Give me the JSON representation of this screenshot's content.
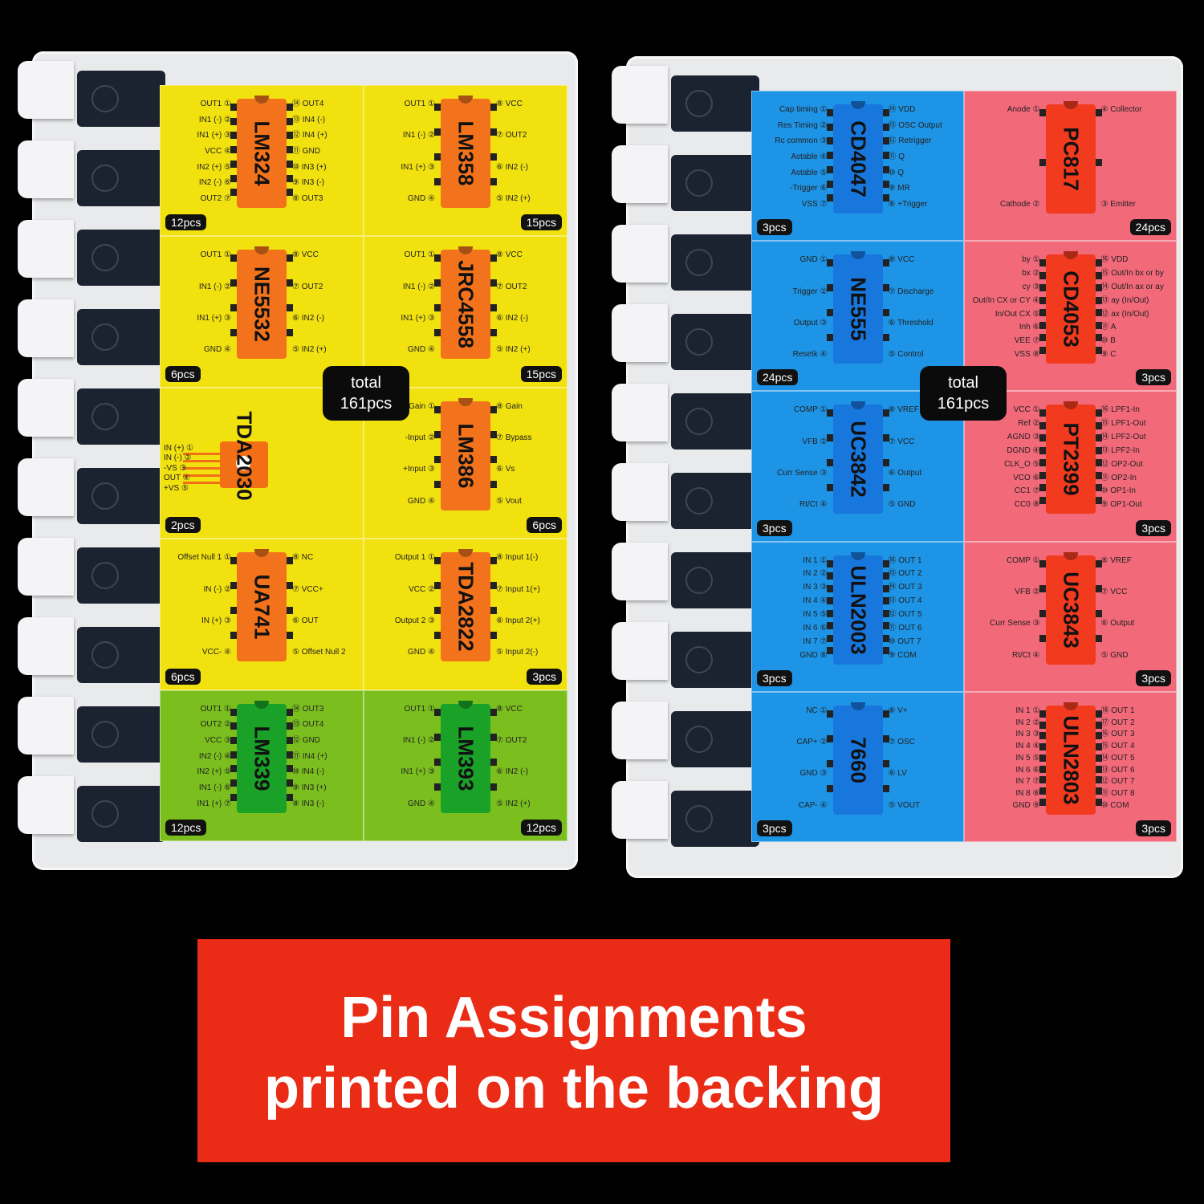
{
  "colors": {
    "yellow": "#f1e10f",
    "green": "#7bbf1e",
    "blue": "#1e94e6",
    "pink": "#f2697a",
    "orange_chip": "#f2731c",
    "green_chip": "#1aa127",
    "blue_chip": "#1877dd",
    "red_chip": "#f23a1e",
    "banner": "#ea2b16"
  },
  "totals": {
    "left": [
      "total",
      "161pcs"
    ],
    "right": [
      "total",
      "161pcs"
    ]
  },
  "banner": {
    "line1": "Pin Assignments",
    "line2": "printed on the backing"
  },
  "left_cells": [
    {
      "name": "LM324",
      "qty": "12pcs",
      "color": "yellow",
      "chip": "orange_chip",
      "qtyside": "l",
      "left": [
        "OUT1 ①",
        "IN1 (-) ②",
        "IN1 (+) ③",
        "VCC ④",
        "IN2 (+) ⑤",
        "IN2 (-) ⑥",
        "OUT2 ⑦"
      ],
      "right": [
        "⑭ OUT4",
        "⑬ IN4 (-)",
        "⑫ IN4 (+)",
        "⑪ GND",
        "⑩ IN3 (+)",
        "⑨ IN3 (-)",
        "⑧ OUT3"
      ]
    },
    {
      "name": "LM358",
      "qty": "15pcs",
      "color": "yellow",
      "chip": "orange_chip",
      "qtyside": "r",
      "left": [
        "OUT1 ①",
        "IN1 (-) ②",
        "IN1 (+) ③",
        "GND ④"
      ],
      "right": [
        "⑧ VCC",
        "⑦ OUT2",
        "⑥ IN2 (-)",
        "⑤ IN2 (+)"
      ]
    },
    {
      "name": "NE5532",
      "qty": "6pcs",
      "color": "yellow",
      "chip": "orange_chip",
      "qtyside": "l",
      "left": [
        "OUT1 ①",
        "IN1 (-) ②",
        "IN1 (+) ③",
        "GND ④"
      ],
      "right": [
        "⑧ VCC",
        "⑦ OUT2",
        "⑥ IN2 (-)",
        "⑤ IN2 (+)"
      ]
    },
    {
      "name": "JRC4558",
      "qty": "15pcs",
      "color": "yellow",
      "chip": "orange_chip",
      "qtyside": "r",
      "left": [
        "OUT1 ①",
        "IN1 (-) ②",
        "IN1 (+) ③",
        "GND ④"
      ],
      "right": [
        "⑧ VCC",
        "⑦ OUT2",
        "⑥ IN2 (-)",
        "⑤ IN2 (+)"
      ]
    },
    {
      "name": "TDA2030",
      "qty": "2pcs",
      "color": "yellow",
      "chip": "none",
      "qtyside": "l",
      "tda": true,
      "left": [
        "IN (+) ①",
        "IN (-) ②",
        "-VS ③",
        "OUT ④",
        "+VS ⑤"
      ],
      "right": []
    },
    {
      "name": "LM386",
      "qty": "6pcs",
      "color": "yellow",
      "chip": "orange_chip",
      "qtyside": "r",
      "left": [
        "Gain ①",
        "-Input ②",
        "+Input ③",
        "GND ④"
      ],
      "right": [
        "⑧ Gain",
        "⑦ Bypass",
        "⑥ Vs",
        "⑤ Vout"
      ]
    },
    {
      "name": "UA741",
      "qty": "6pcs",
      "color": "yellow",
      "chip": "orange_chip",
      "qtyside": "l",
      "left": [
        "Offset Null 1 ①",
        "IN (-) ②",
        "IN (+) ③",
        "VCC- ④"
      ],
      "right": [
        "⑧ NC",
        "⑦ VCC+",
        "⑥ OUT",
        "⑤ Offset Null 2"
      ]
    },
    {
      "name": "TDA2822",
      "qty": "3pcs",
      "color": "yellow",
      "chip": "orange_chip",
      "qtyside": "r",
      "left": [
        "Output 1 ①",
        "VCC ②",
        "Output 2 ③",
        "GND ④"
      ],
      "right": [
        "⑧ Input 1(-)",
        "⑦ Input 1(+)",
        "⑥ Input 2(+)",
        "⑤ Input 2(-)"
      ]
    },
    {
      "name": "LM339",
      "qty": "12pcs",
      "color": "green",
      "chip": "green_chip",
      "qtyside": "l",
      "left": [
        "OUT1 ①",
        "OUT2 ②",
        "VCC ③",
        "IN2 (-) ④",
        "IN2 (+) ⑤",
        "IN1 (-) ⑥",
        "IN1 (+) ⑦"
      ],
      "right": [
        "⑭ OUT3",
        "⑬ OUT4",
        "⑫ GND",
        "⑪ IN4 (+)",
        "⑩ IN4 (-)",
        "⑨ IN3 (+)",
        "⑧ IN3 (-)"
      ]
    },
    {
      "name": "LM393",
      "qty": "12pcs",
      "color": "green",
      "chip": "green_chip",
      "qtyside": "r",
      "left": [
        "OUT1 ①",
        "IN1 (-) ②",
        "IN1 (+) ③",
        "GND ④"
      ],
      "right": [
        "⑧ VCC",
        "⑦ OUT2",
        "⑥ IN2 (-)",
        "⑤ IN2 (+)"
      ]
    }
  ],
  "right_cells": [
    {
      "name": "CD4047",
      "qty": "3pcs",
      "color": "blue",
      "chip": "blue_chip",
      "qtyside": "l",
      "left": [
        "Cap timing ①",
        "Res Timing ②",
        "Rc common ③",
        "Astable ④",
        "Astable ⑤",
        "-Trigger ⑥",
        "VSS ⑦"
      ],
      "right": [
        "⑭ VDD",
        "⑬ OSC Output",
        "⑫ Retrigger",
        "⑪ Q",
        "⑩ Q",
        "⑨ MR",
        "⑧ +Trigger"
      ]
    },
    {
      "name": "PC817",
      "qty": "24pcs",
      "color": "pink",
      "chip": "red_chip",
      "qtyside": "r",
      "left": [
        "Anode ①",
        "Cathode ②"
      ],
      "right": [
        "④ Collector",
        "③ Emitter"
      ]
    },
    {
      "name": "NE555",
      "qty": "24pcs",
      "color": "blue",
      "chip": "blue_chip",
      "qtyside": "l",
      "left": [
        "GND ①",
        "Trigger ②",
        "Output ③",
        "Resetk ④"
      ],
      "right": [
        "⑧ VCC",
        "⑦ Discharge",
        "⑥ Threshold",
        "⑤ Control"
      ]
    },
    {
      "name": "CD4053",
      "qty": "3pcs",
      "color": "pink",
      "chip": "red_chip",
      "qtyside": "r",
      "left": [
        "by ①",
        "bx ②",
        "cy ③",
        "Out/In CX or CY ④",
        "In/Out CX ⑤",
        "Inh ⑥",
        "VEE ⑦",
        "VSS ⑧"
      ],
      "right": [
        "⑯ VDD",
        "⑮ Out/In bx or by",
        "⑭ Out/In ax or ay",
        "⑬ ay (In/Out)",
        "⑫ ax (In/Out)",
        "⑪ A",
        "⑩ B",
        "⑨ C"
      ]
    },
    {
      "name": "UC3842",
      "qty": "3pcs",
      "color": "blue",
      "chip": "blue_chip",
      "qtyside": "l",
      "left": [
        "COMP ①",
        "VFB ②",
        "Curr Sense ③",
        "Rt/Ct ④"
      ],
      "right": [
        "⑧ VREF",
        "⑦ VCC",
        "⑥ Output",
        "⑤ GND"
      ]
    },
    {
      "name": "PT2399",
      "qty": "3pcs",
      "color": "pink",
      "chip": "red_chip",
      "qtyside": "r",
      "left": [
        "VCC ①",
        "Ref ②",
        "AGND ③",
        "DGND ④",
        "CLK_O ⑤",
        "VCO ⑥",
        "CC1 ⑦",
        "CC0 ⑧"
      ],
      "right": [
        "⑯ LPF1-In",
        "⑮ LPF1-Out",
        "⑭ LPF2-Out",
        "⑬ LPF2-In",
        "⑫ OP2-Out",
        "⑪ OP2-In",
        "⑩ OP1-In",
        "⑨ OP1-Out"
      ]
    },
    {
      "name": "ULN2003",
      "qty": "3pcs",
      "color": "blue",
      "chip": "blue_chip",
      "qtyside": "l",
      "left": [
        "IN 1 ①",
        "IN 2 ②",
        "IN 3 ③",
        "IN 4 ④",
        "IN 5 ⑤",
        "IN 6 ⑥",
        "IN 7 ⑦",
        "GND ⑧"
      ],
      "right": [
        "⑯ OUT 1",
        "⑮ OUT 2",
        "⑭ OUT 3",
        "⑬ OUT 4",
        "⑫ OUT 5",
        "⑪ OUT 6",
        "⑩ OUT 7",
        "⑨ COM"
      ]
    },
    {
      "name": "UC3843",
      "qty": "3pcs",
      "color": "pink",
      "chip": "red_chip",
      "qtyside": "r",
      "left": [
        "COMP ①",
        "VFB ②",
        "Curr Sense ③",
        "Rt/Ct ④"
      ],
      "right": [
        "⑧ VREF",
        "⑦ VCC",
        "⑥ Output",
        "⑤ GND"
      ]
    },
    {
      "name": "7660",
      "qty": "3pcs",
      "color": "blue",
      "chip": "blue_chip",
      "qtyside": "l",
      "left": [
        "NC ①",
        "CAP+ ②",
        "GND ③",
        "CAP- ④"
      ],
      "right": [
        "⑧ V+",
        "⑦ OSC",
        "⑥ LV",
        "⑤ VOUT"
      ]
    },
    {
      "name": "ULN2803",
      "qty": "3pcs",
      "color": "pink",
      "chip": "red_chip",
      "qtyside": "r",
      "left": [
        "IN 1 ①",
        "IN 2 ②",
        "IN 3 ③",
        "IN 4 ④",
        "IN 5 ⑤",
        "IN 6 ⑥",
        "IN 7 ⑦",
        "IN 8 ⑧",
        "GND ⑨"
      ],
      "right": [
        "⑱ OUT 1",
        "⑰ OUT 2",
        "⑯ OUT 3",
        "⑮ OUT 4",
        "⑭ OUT 5",
        "⑬ OUT 6",
        "⑫ OUT 7",
        "⑪ OUT 8",
        "⑩ COM"
      ]
    }
  ]
}
